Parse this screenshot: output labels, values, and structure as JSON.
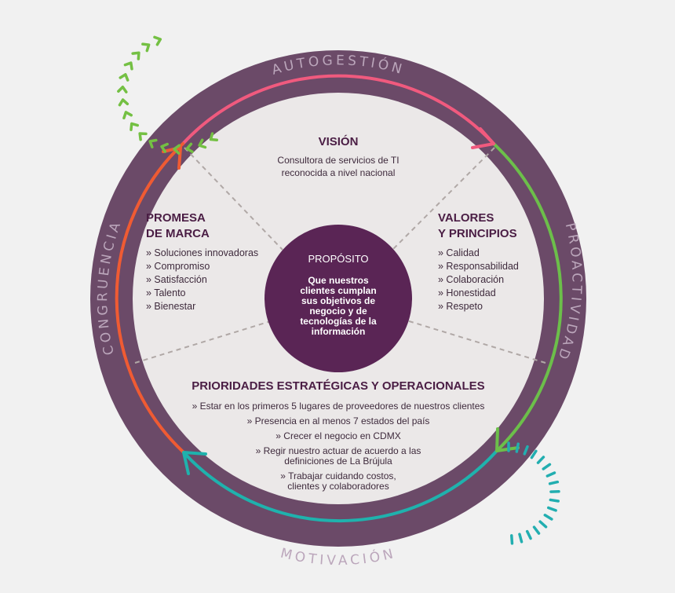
{
  "ring": {
    "top": "AUTOGESTIÓN",
    "right": "PROACTIVIDAD",
    "bottom": "MOTIVACIÓN",
    "left": "CONGRUENCIA"
  },
  "vision": {
    "title": "VISIÓN",
    "lines": [
      "Consultora de servicios de TI",
      "reconocida a nivel nacional"
    ]
  },
  "promesa": {
    "title_lines": [
      "PROMESA",
      "DE MARCA"
    ],
    "items": [
      "» Soluciones innovadoras",
      "» Compromiso",
      "» Satisfacción",
      "» Talento",
      "» Bienestar"
    ]
  },
  "valores": {
    "title_lines": [
      "VALORES",
      "Y PRINCIPIOS"
    ],
    "items": [
      "» Calidad",
      "» Responsabilidad",
      "» Colaboración",
      "» Honestidad",
      "» Respeto"
    ]
  },
  "proposito": {
    "title": "PROPÓSITO",
    "lines": [
      "Que nuestros",
      "clientes cumplan",
      "sus objetivos de",
      "negocio y de",
      "tecnologías de la",
      "información"
    ]
  },
  "prioridades": {
    "title": "PRIORIDADES ESTRATÉGICAS Y OPERACIONALES",
    "lines": [
      "» Estar en los primeros 5 lugares de proveedores de nuestros clientes",
      "» Presencia en al menos 7 estados del país",
      "» Crecer el negocio en CDMX",
      "» Regir nuestro actuar de acuerdo a las",
      "definiciones de La Brújula",
      "» Trabajar cuidando costos,",
      "clientes y colaboradores"
    ]
  },
  "colors": {
    "background": "#f1f1f1",
    "outer_ring": "#6b4a68",
    "inner_disc": "#ebe8e8",
    "center_disc": "#5a2555",
    "title": "#4a1d44",
    "arc_top": "#f05a7e",
    "arc_right": "#6cbf4a",
    "arc_bottom": "#1fb2ad",
    "arc_left": "#ef5b33",
    "chevrons_green": "#74c043",
    "ticks_teal": "#22aeb0",
    "divider": "#b0a8a6"
  }
}
